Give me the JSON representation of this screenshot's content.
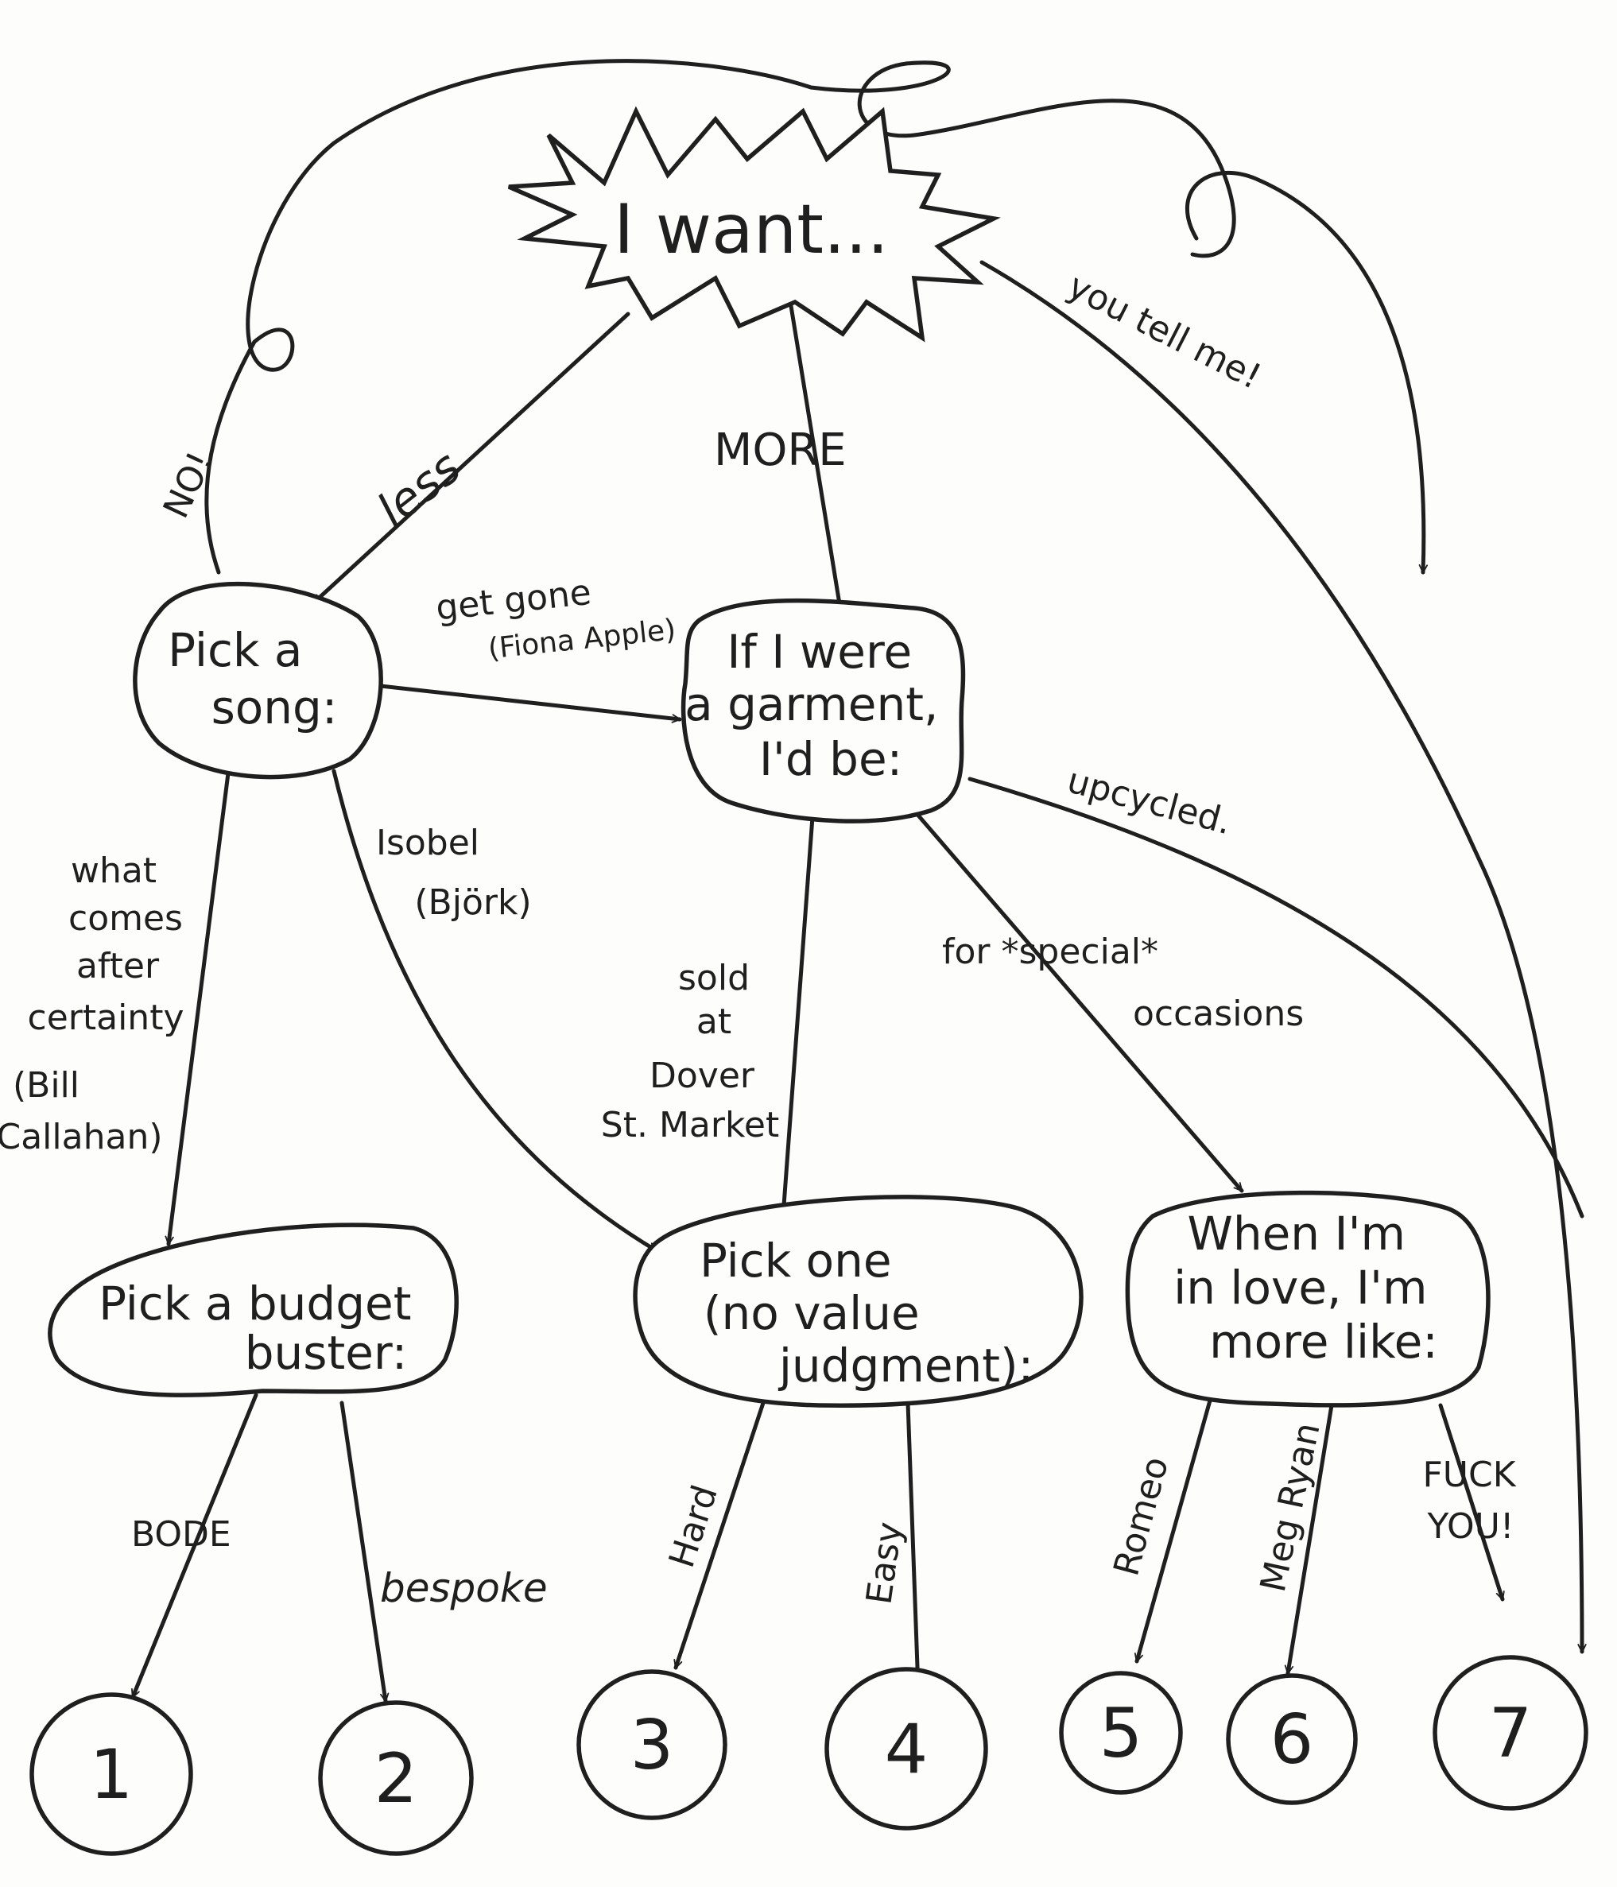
{
  "title": "I want...",
  "nodes": {
    "song": [
      "Pick a",
      "song:"
    ],
    "garment": [
      "If I were",
      "a garment,",
      "I'd be:"
    ],
    "budget": [
      "Pick a budget",
      "buster:"
    ],
    "pickone": [
      "Pick one",
      "(no value",
      "judgment):"
    ],
    "love": [
      "When I'm",
      "in love, I'm",
      "more like:"
    ]
  },
  "edges": {
    "no": "NO!",
    "less": "less",
    "more": "MORE",
    "you_tell_me": "you tell me!",
    "get_gone": [
      "get gone",
      "(Fiona Apple)"
    ],
    "upcycled": "upcycled.",
    "what_comes": [
      "what",
      "comes",
      "after",
      "certainty",
      "(Bill",
      "Callahan)"
    ],
    "isobel": [
      "Isobel",
      "(Björk)"
    ],
    "sold_at": [
      "sold",
      "at",
      "Dover",
      "St. Market"
    ],
    "special": [
      "for *special*",
      "occasions"
    ],
    "bode": "BODE",
    "bespoke": "bespoke",
    "hard": "Hard",
    "easy": "Easy",
    "romeo": "Romeo",
    "meg_ryan": "Meg Ryan",
    "fuck_you": [
      "FUCK",
      "YOU!"
    ]
  },
  "endpoints": [
    "1",
    "2",
    "3",
    "4",
    "5",
    "6",
    "7"
  ]
}
